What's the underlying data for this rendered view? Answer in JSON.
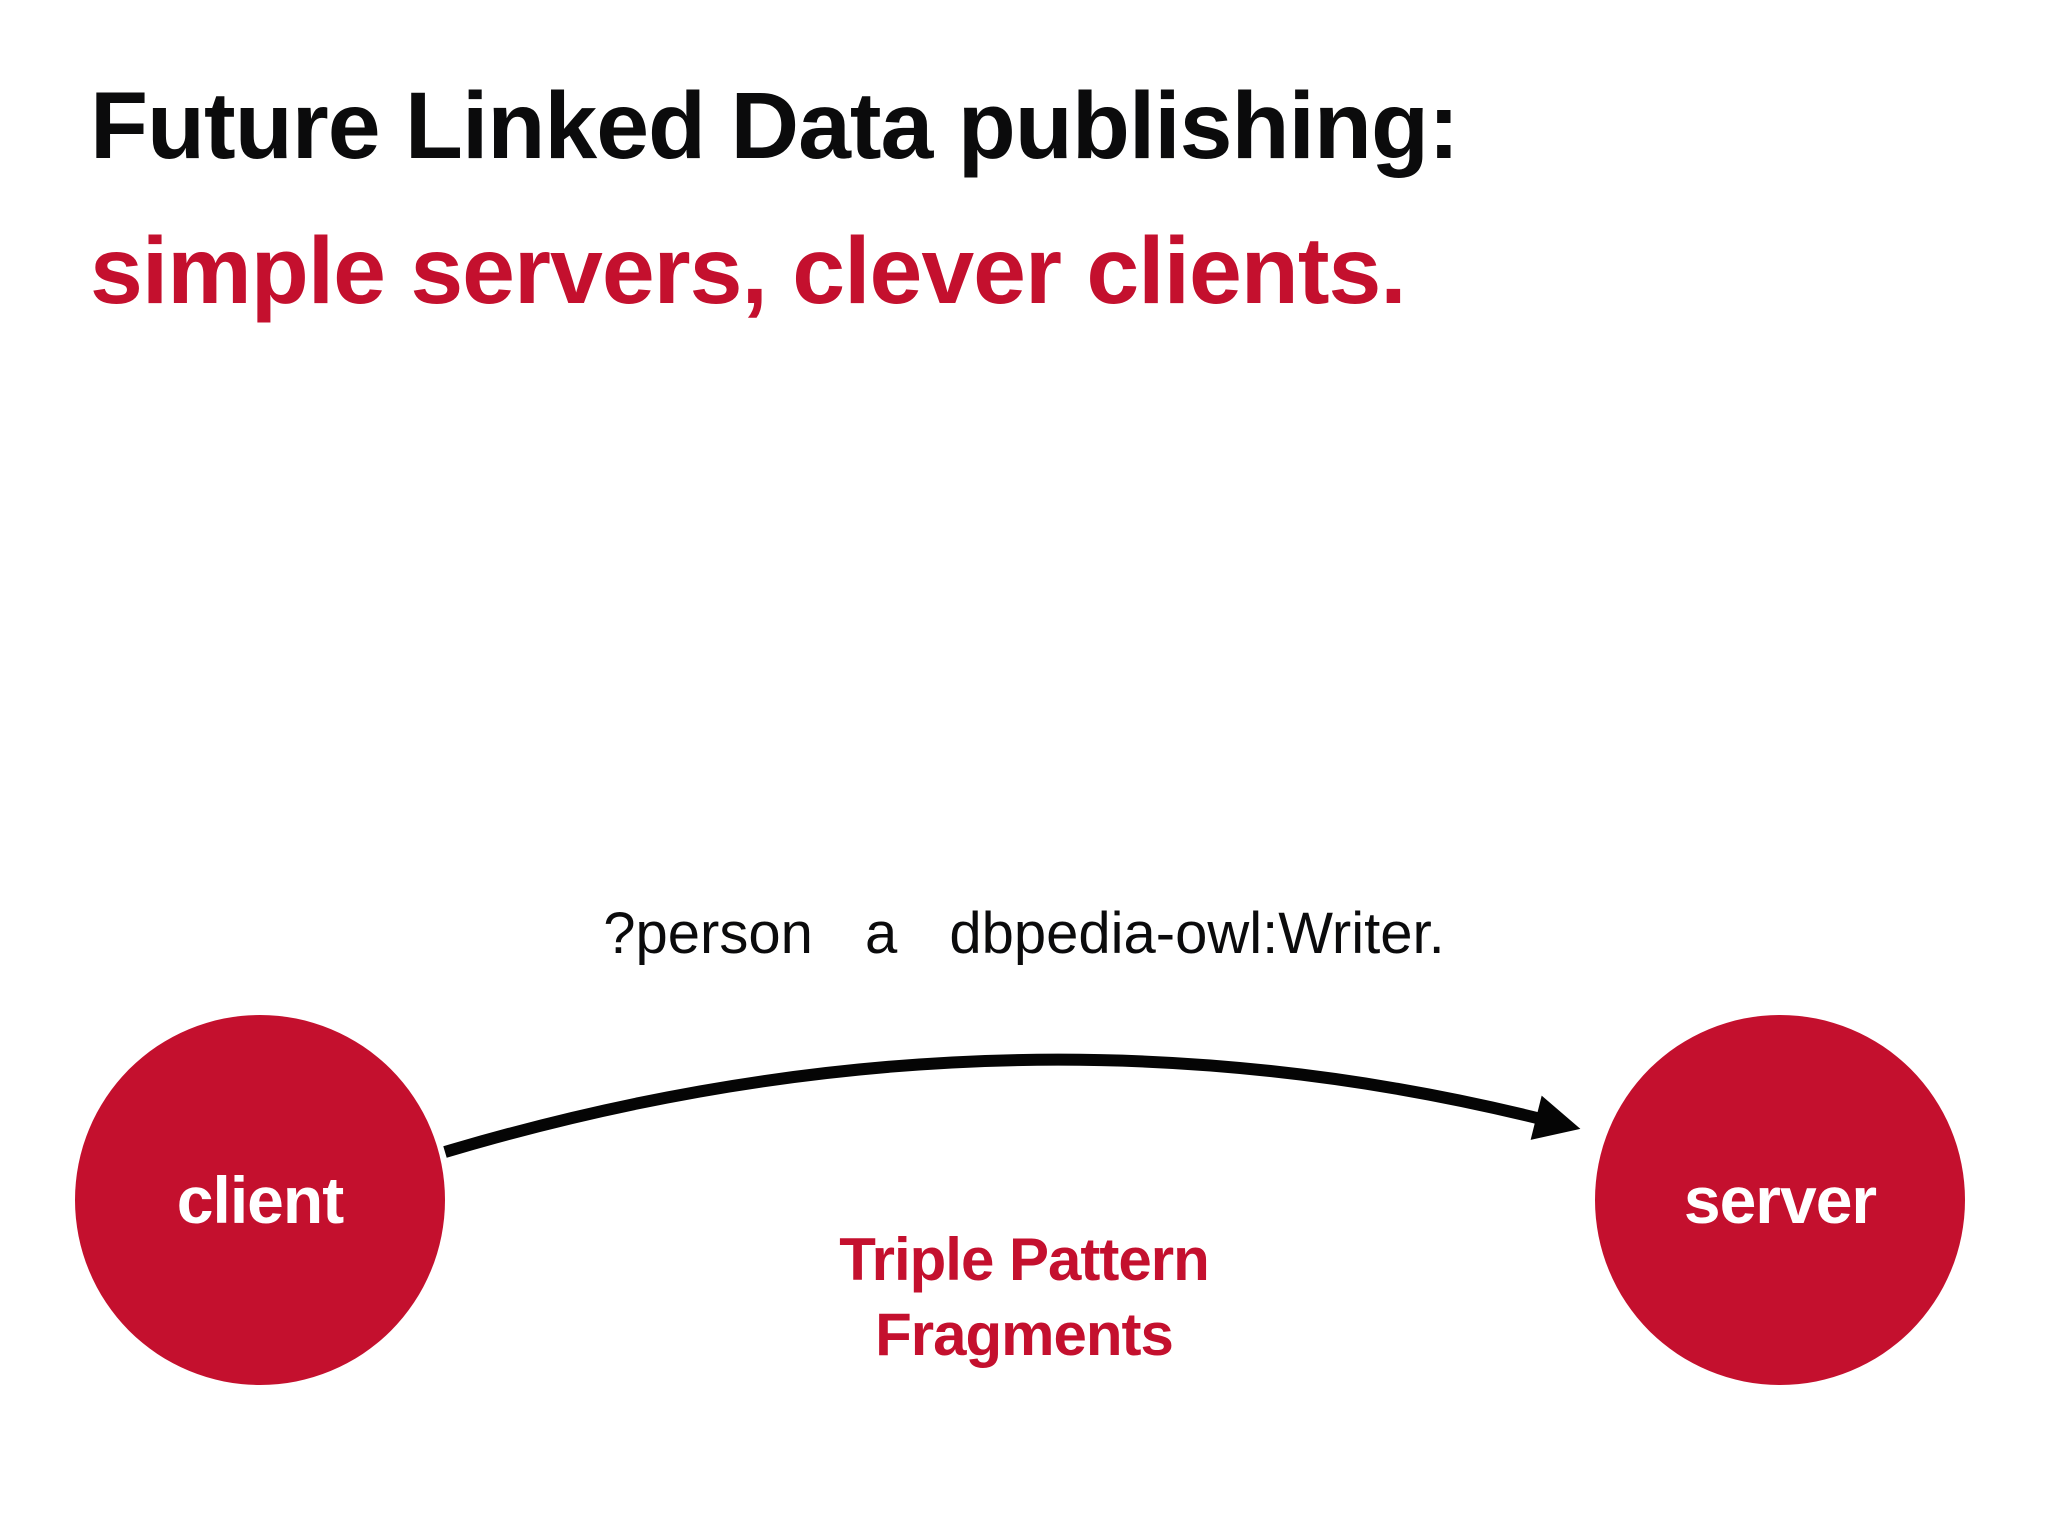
{
  "slide": {
    "title": "Future Linked Data publishing:",
    "subtitle": "simple servers, clever clients.",
    "query_text": "?person a dbpedia-owl:Writer.",
    "client_label": "client",
    "server_label": "server",
    "tpf_label": {
      "line1": "Triple Pattern",
      "line2": "Fragments"
    }
  },
  "colors": {
    "accent-red": "#C4102E",
    "title-black": "#0B0B0C",
    "background": "#FFFFFF",
    "arrow-black": "#050505",
    "node-text": "#FFFFFF"
  }
}
